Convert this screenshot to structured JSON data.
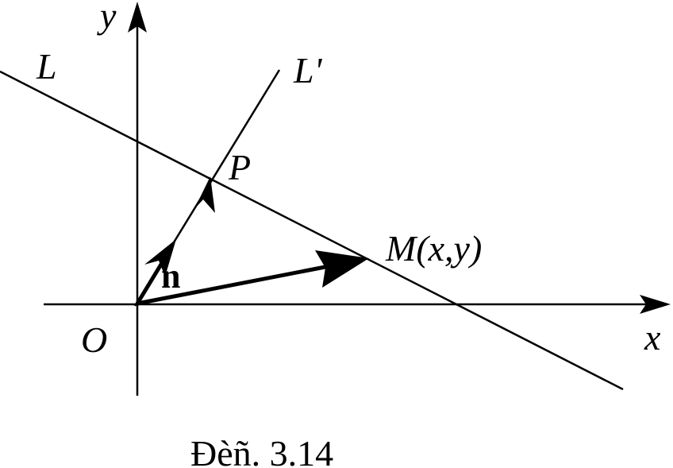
{
  "labels": {
    "y_axis": "y",
    "x_axis": "x",
    "origin": "O",
    "line_L": "L",
    "line_L_prime": "L'",
    "point_P": "P",
    "point_M": "M(x,y)",
    "normal_vector": "n"
  },
  "caption": "Đèñ. 3.14"
}
